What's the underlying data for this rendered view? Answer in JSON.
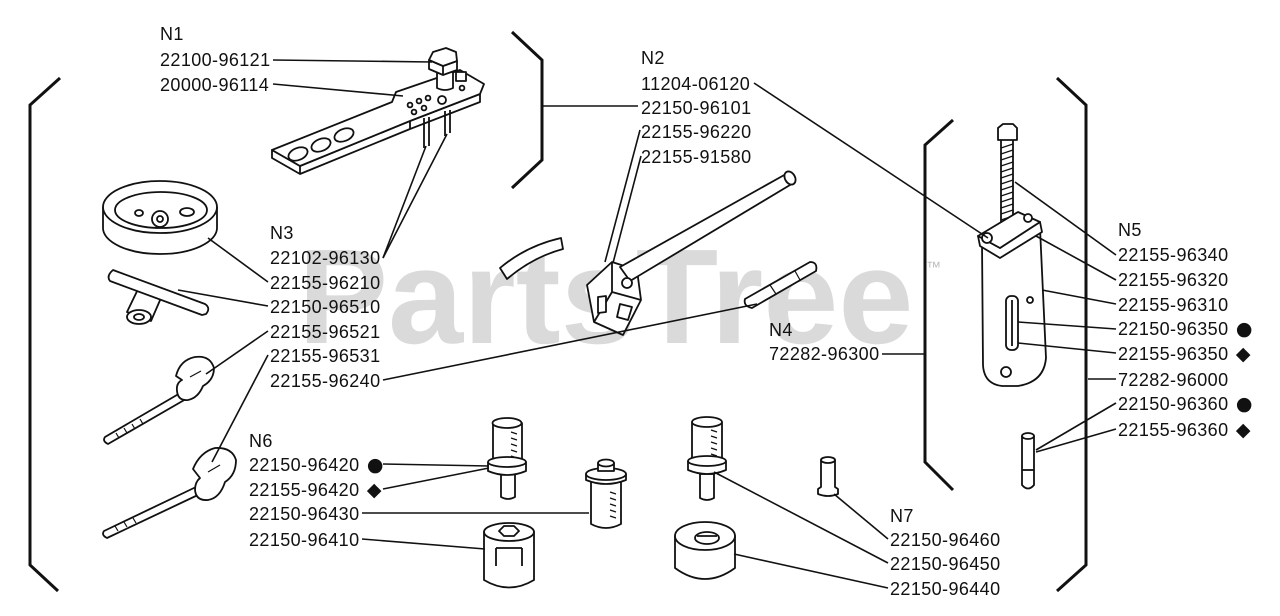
{
  "watermark": {
    "brand": "PartsTree",
    "trademark": "™"
  },
  "groups": {
    "n1": {
      "title": "N1",
      "parts": [
        {
          "code": "22100-96121"
        },
        {
          "code": "20000-96114"
        }
      ]
    },
    "n2": {
      "title": "N2",
      "parts": [
        {
          "code": "11204-06120"
        },
        {
          "code": "22150-96101"
        },
        {
          "code": "22155-96220"
        },
        {
          "code": "22155-91580"
        }
      ]
    },
    "n3": {
      "title": "N3",
      "parts": [
        {
          "code": "22102-96130"
        },
        {
          "code": "22155-96210"
        },
        {
          "code": "22150-96510"
        },
        {
          "code": "22155-96521"
        },
        {
          "code": "22155-96531"
        },
        {
          "code": "22155-96240"
        }
      ]
    },
    "n4": {
      "title": "N4",
      "parts": [
        {
          "code": "72282-96300"
        }
      ]
    },
    "n5": {
      "title": "N5",
      "parts": [
        {
          "code": "22155-96340"
        },
        {
          "code": "22155-96320"
        },
        {
          "code": "22155-96310"
        },
        {
          "code": "22150-96350",
          "marker": "●"
        },
        {
          "code": "22155-96350",
          "marker": "◆"
        },
        {
          "code": "72282-96000"
        },
        {
          "code": "22150-96360",
          "marker": "●"
        },
        {
          "code": "22155-96360",
          "marker": "◆"
        }
      ]
    },
    "n6": {
      "title": "N6",
      "parts": [
        {
          "code": "22150-96420",
          "marker": "●"
        },
        {
          "code": "22155-96420",
          "marker": "◆"
        },
        {
          "code": "22150-96430"
        },
        {
          "code": "22150-96410"
        }
      ]
    },
    "n7": {
      "title": "N7",
      "parts": [
        {
          "code": "22150-96460"
        },
        {
          "code": "22150-96450"
        },
        {
          "code": "22150-96440"
        }
      ]
    }
  }
}
